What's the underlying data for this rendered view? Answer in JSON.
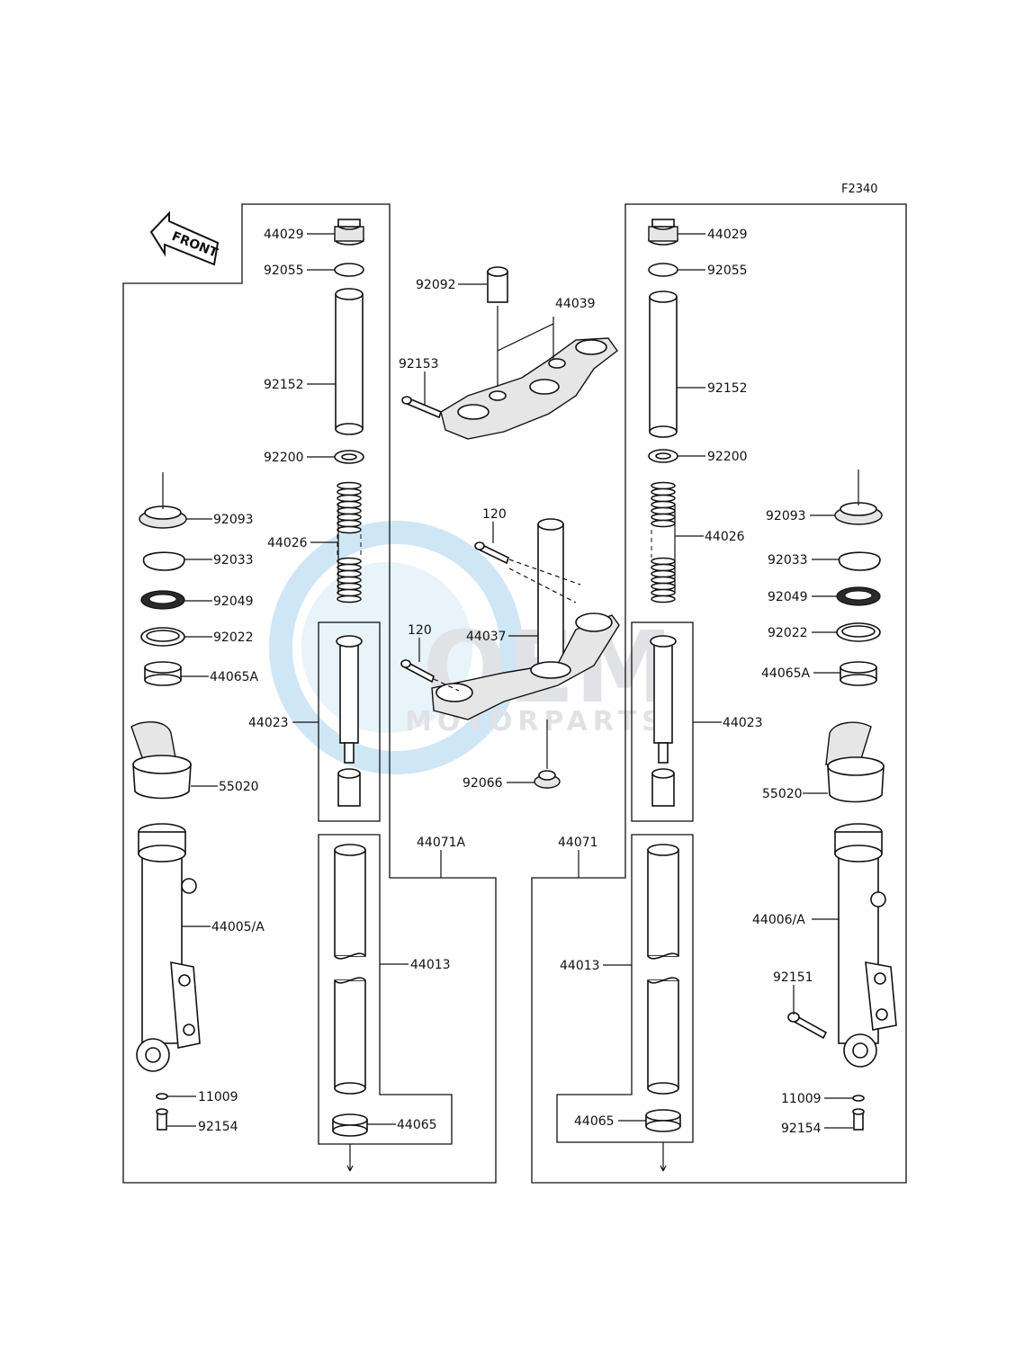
{
  "figure_code": "F2340",
  "front_label": "FRONT",
  "watermark": {
    "brand": "OEM",
    "sub": "MOTORPARTS"
  },
  "colors": {
    "lines": "#111111",
    "watermark_blue": "#2b8fd6",
    "watermark_gray": "#b9bcc4"
  },
  "labels": {
    "l44029": "44029",
    "l92055": "92055",
    "l92152": "92152",
    "l92200": "92200",
    "l92093": "92093",
    "l44026": "44026",
    "l92033": "92033",
    "l92049": "92049",
    "l92022": "92022",
    "l44065A": "44065A",
    "l44023": "44023",
    "l55020": "55020",
    "l44005A": "44005/A",
    "l11009": "11009",
    "l92154": "92154",
    "l44013": "44013",
    "l44065": "44065",
    "l44071A": "44071A",
    "r44029": "44029",
    "r92055": "92055",
    "r92152": "92152",
    "r92200": "92200",
    "r92093": "92093",
    "r44026": "44026",
    "r92033": "92033",
    "r92049": "92049",
    "r92022": "92022",
    "r44065A": "44065A",
    "r44023": "44023",
    "r55020": "55020",
    "r44006A": "44006/A",
    "r92151": "92151",
    "r11009": "11009",
    "r92154": "92154",
    "r44013": "44013",
    "r44065": "44065",
    "r44071": "44071",
    "c92092": "92092",
    "c44039": "44039",
    "c92153": "92153",
    "c120a": "120",
    "c120b": "120",
    "c44037": "44037",
    "c92066": "92066"
  }
}
